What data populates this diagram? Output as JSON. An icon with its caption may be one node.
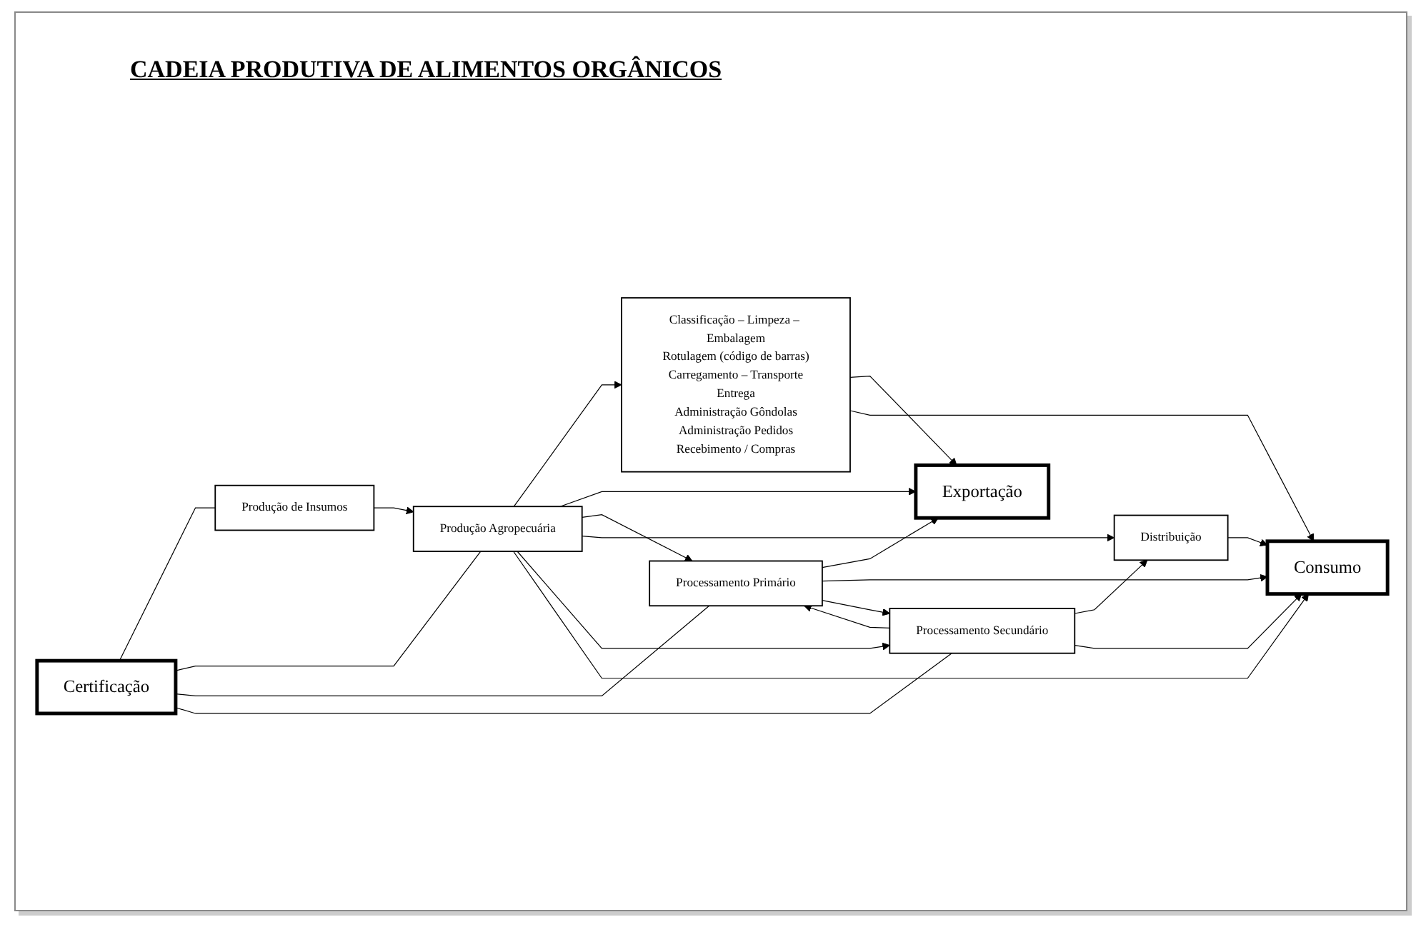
{
  "diagram": {
    "title": "CADEIA PRODUTIVA DE ALIMENTOS ORGÂNICOS",
    "nodes": [
      {
        "text": [
          "Classificação – Limpeza – Embalagem",
          "Rotulagem (código de barras)",
          "Carregamento – Transporte",
          "Entrega",
          "Administração Gôndolas",
          "Administração Pedidos",
          "Recebimento / Compras"
        ]
      },
      {
        "text": [
          "Certificação"
        ]
      },
      {
        "text": [
          "Exportação"
        ]
      },
      {
        "text": [
          "Processamento Primário"
        ]
      },
      {
        "text": [
          "Produção de Insumos"
        ]
      },
      {
        "text": [
          "Produção Agropecuária"
        ]
      },
      {
        "text": [
          "Distribuição"
        ]
      },
      {
        "text": [
          "Consumo"
        ]
      },
      {
        "text": [
          "Processamento Secundário"
        ]
      }
    ],
    "edges": [
      {
        "from": 1,
        "to": 4,
        "arrow": "none"
      },
      {
        "from": 1,
        "to": 5,
        "arrow": "none"
      },
      {
        "from": 1,
        "to": 3,
        "arrow": "none"
      },
      {
        "from": 1,
        "to": 8,
        "arrow": "none"
      },
      {
        "from": 4,
        "to": 5,
        "arrow": "to"
      },
      {
        "from": 5,
        "to": 0,
        "arrow": "to"
      },
      {
        "from": 5,
        "to": 2,
        "arrow": "to"
      },
      {
        "from": 5,
        "to": 3,
        "arrow": "to"
      },
      {
        "from": 5,
        "to": 6,
        "arrow": "to"
      },
      {
        "from": 5,
        "to": 8,
        "arrow": "to"
      },
      {
        "from": 5,
        "to": 7,
        "arrow": "to"
      },
      {
        "from": 3,
        "to": 2,
        "arrow": "to"
      },
      {
        "from": 0,
        "to": 2,
        "arrow": "to"
      },
      {
        "from": 3,
        "to": 7,
        "arrow": "to"
      },
      {
        "from": 0,
        "to": 7,
        "arrow": "to"
      },
      {
        "from": 3,
        "to": 8,
        "arrow": "to"
      },
      {
        "from": 8,
        "to": 3,
        "arrow": "to"
      },
      {
        "from": 6,
        "to": 7,
        "arrow": "to"
      },
      {
        "from": 8,
        "to": 6,
        "arrow": "to"
      },
      {
        "from": 8,
        "to": 7,
        "arrow": "to"
      }
    ]
  }
}
